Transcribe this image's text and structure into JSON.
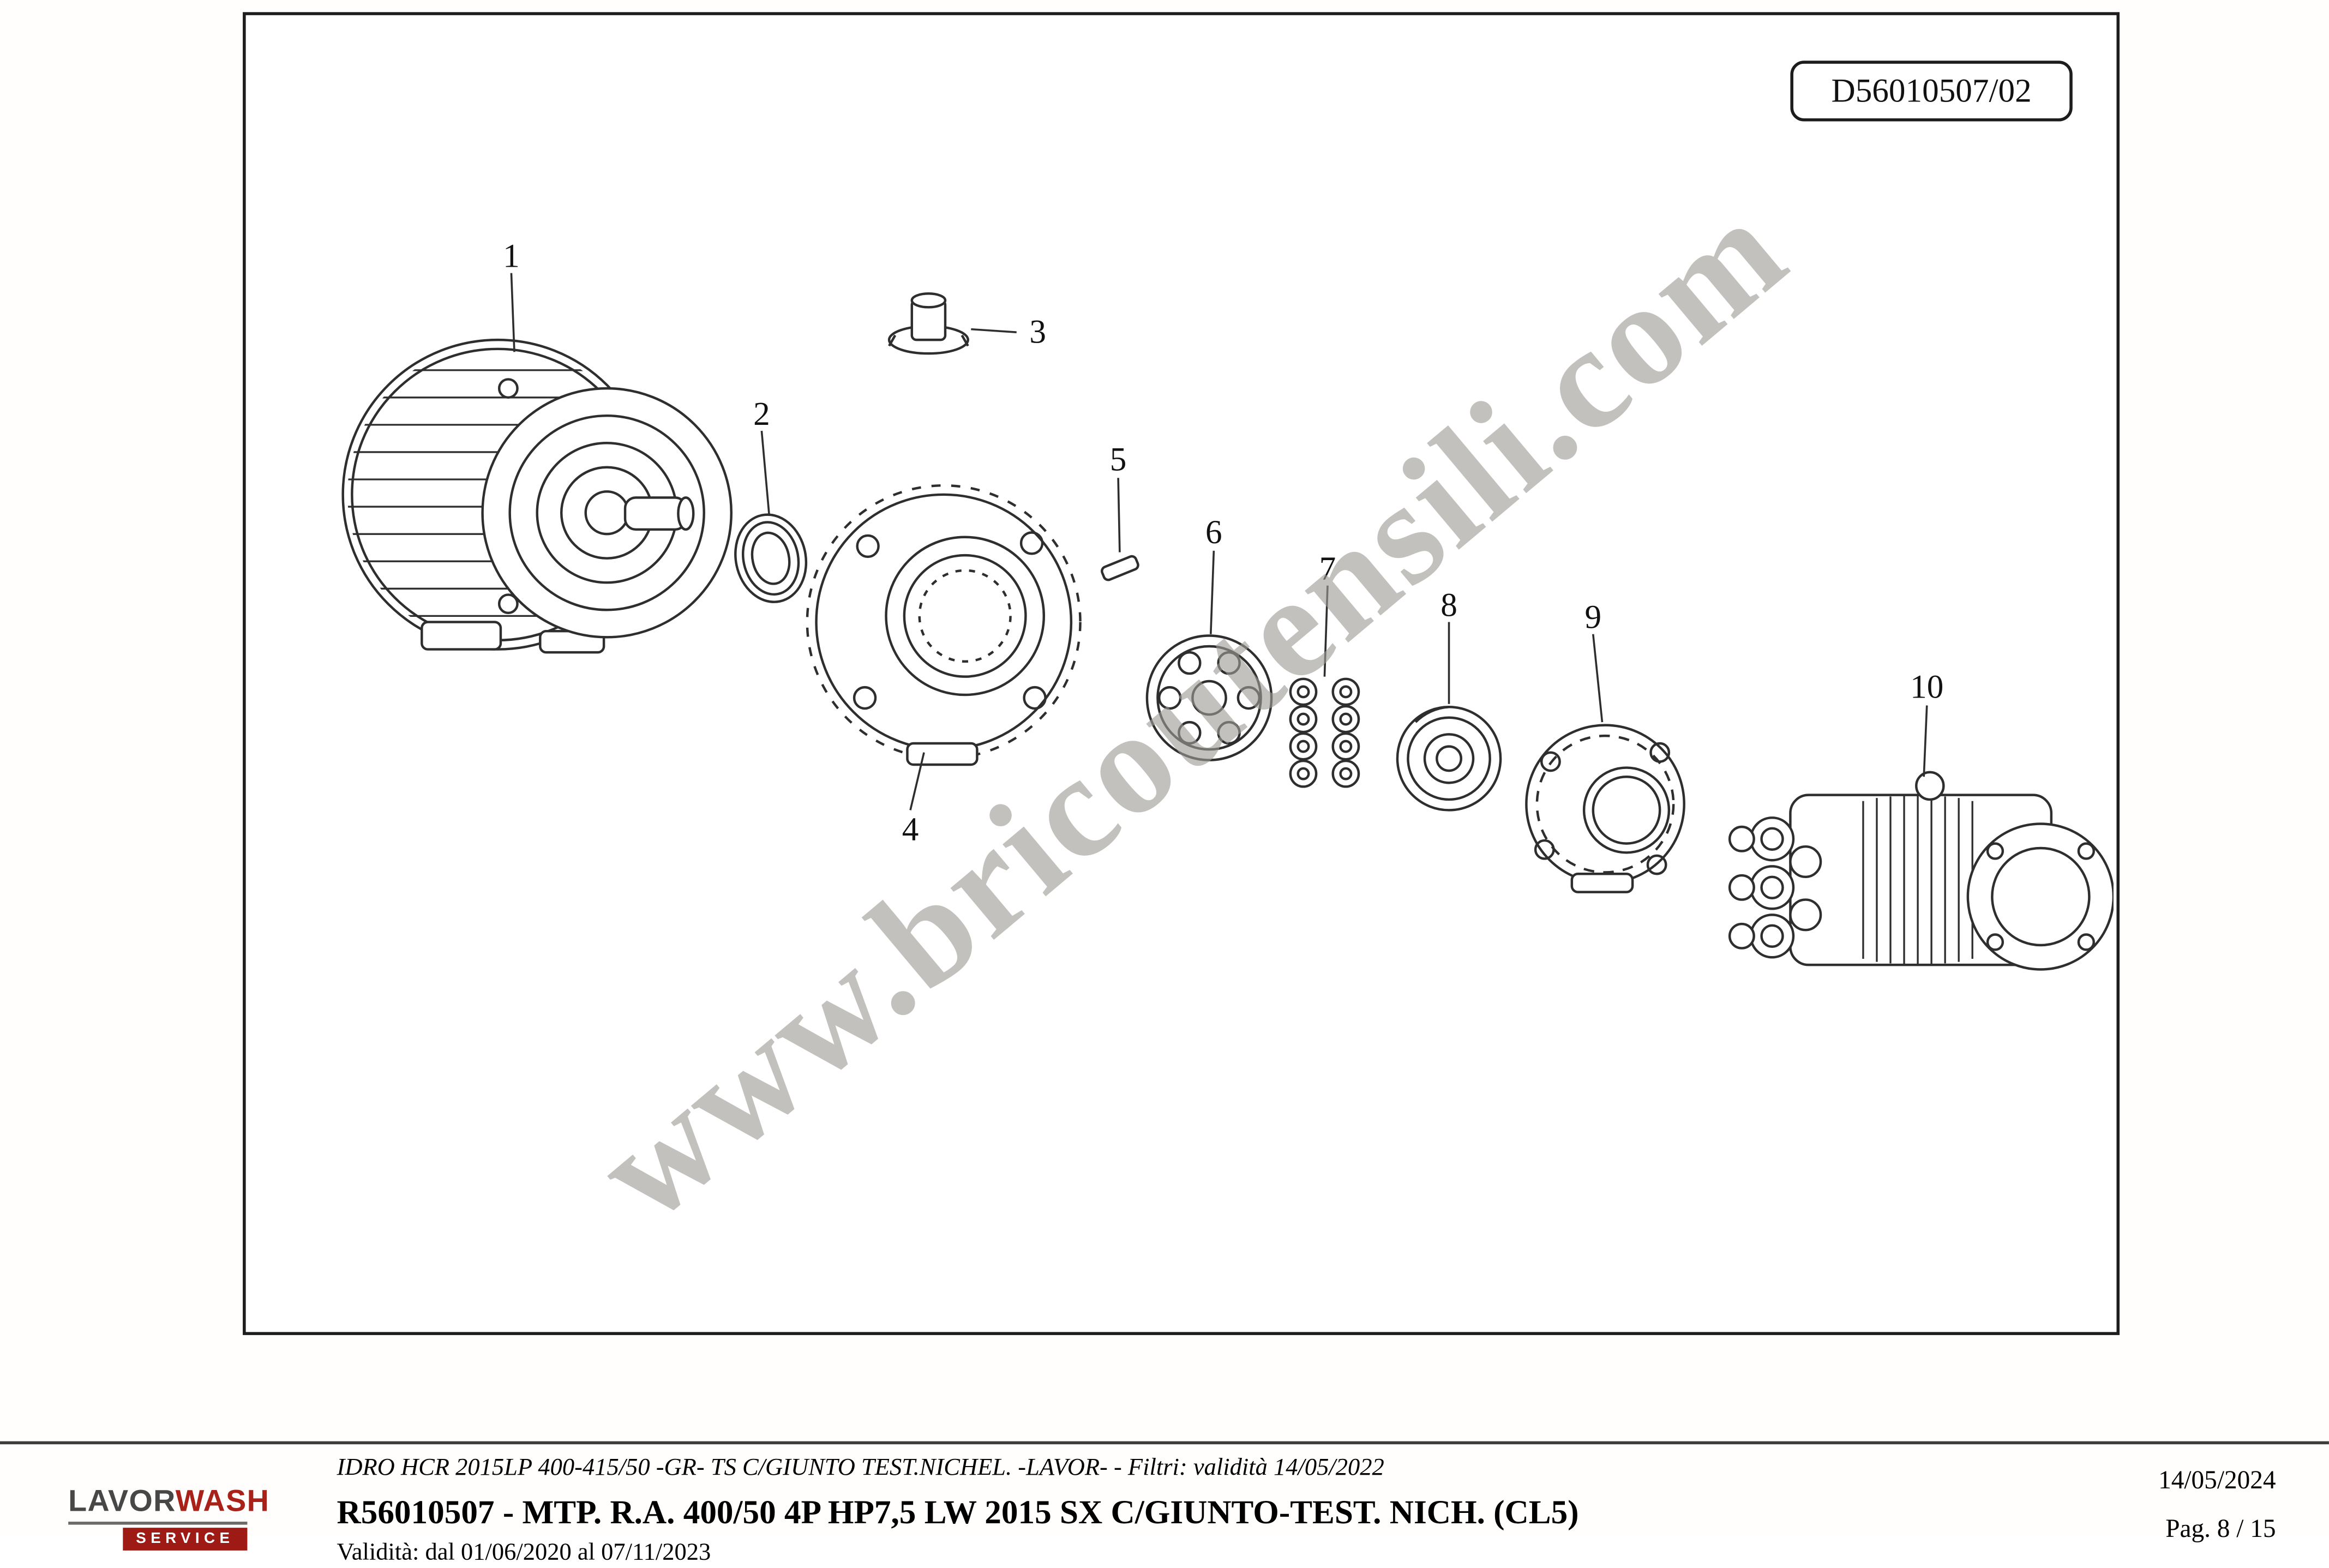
{
  "drawing": {
    "code": "D56010507/02",
    "watermark": "www.bricoutensili.com"
  },
  "parts": [
    {
      "number": "1"
    },
    {
      "number": "2"
    },
    {
      "number": "3"
    },
    {
      "number": "4"
    },
    {
      "number": "5"
    },
    {
      "number": "6"
    },
    {
      "number": "7"
    },
    {
      "number": "8"
    },
    {
      "number": "9"
    },
    {
      "number": "10"
    }
  ],
  "footer": {
    "logo": {
      "brand_left": "LAVOR",
      "brand_right": "WASH",
      "service": "SERVICE"
    },
    "filter_line": "IDRO HCR 2015LP 400-415/50 -GR- TS C/GIUNTO TEST.NICHEL. -LAVOR- - Filtri: validità 14/05/2022",
    "title_line": "R56010507 - MTP. R.A. 400/50 4P HP7,5 LW 2015 SX C/GIUNTO-TEST. NICH. (CL5)",
    "validity_line": "Validità: dal 01/06/2020 al 07/11/2023",
    "date": "14/05/2024",
    "page_number": "Pag. 8 / 15"
  },
  "colors": {
    "line": "#2e2e2e",
    "accent_red": "#9e1b15",
    "watermark_gray": "#a09c97"
  }
}
